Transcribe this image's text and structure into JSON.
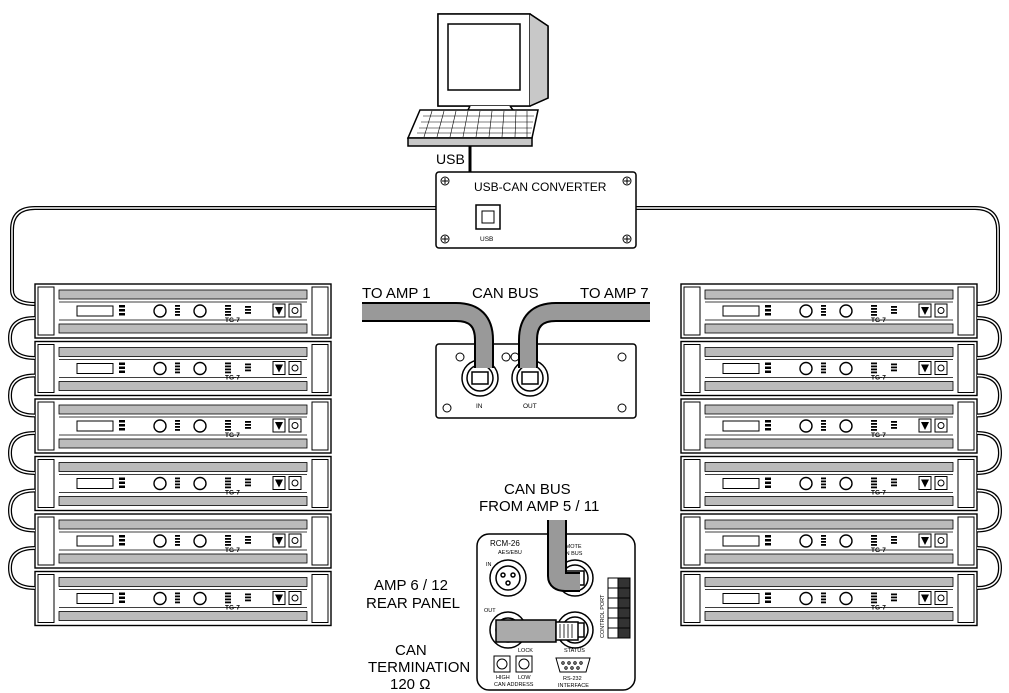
{
  "labels": {
    "usb": "USB",
    "converter_title": "USB-CAN CONVERTER",
    "converter_port": "USB",
    "to_amp_1": "TO AMP 1",
    "can_bus": "CAN BUS",
    "to_amp_7": "TO AMP 7",
    "panel_in": "IN",
    "panel_out": "OUT",
    "can_bus_from_line1": "CAN BUS",
    "can_bus_from_line2": "FROM AMP 5 / 11",
    "rear_panel_line1": "AMP 6 / 12",
    "rear_panel_line2": "REAR PANEL",
    "termination_line1": "CAN",
    "termination_line2": "TERMINATION",
    "termination_line3": "120 Ω"
  },
  "amp_model": "TG-7",
  "rear_panel": {
    "model": "RCM-26",
    "aes_ebu": "AES/EBU",
    "remote_line1": "REMOTE",
    "remote_line2": "CAN BUS",
    "in": "IN",
    "out": "OUT",
    "lock": "LOCK",
    "status": "STATUS",
    "control_port": "CONTROL PORT",
    "high": "HIGH",
    "low": "LOW",
    "can_address": "CAN ADDRESS",
    "rs232_line1": "RS-232",
    "rs232_line2": "INTERFACE"
  },
  "left_stack": {
    "count": 6
  },
  "right_stack": {
    "count": 6
  }
}
